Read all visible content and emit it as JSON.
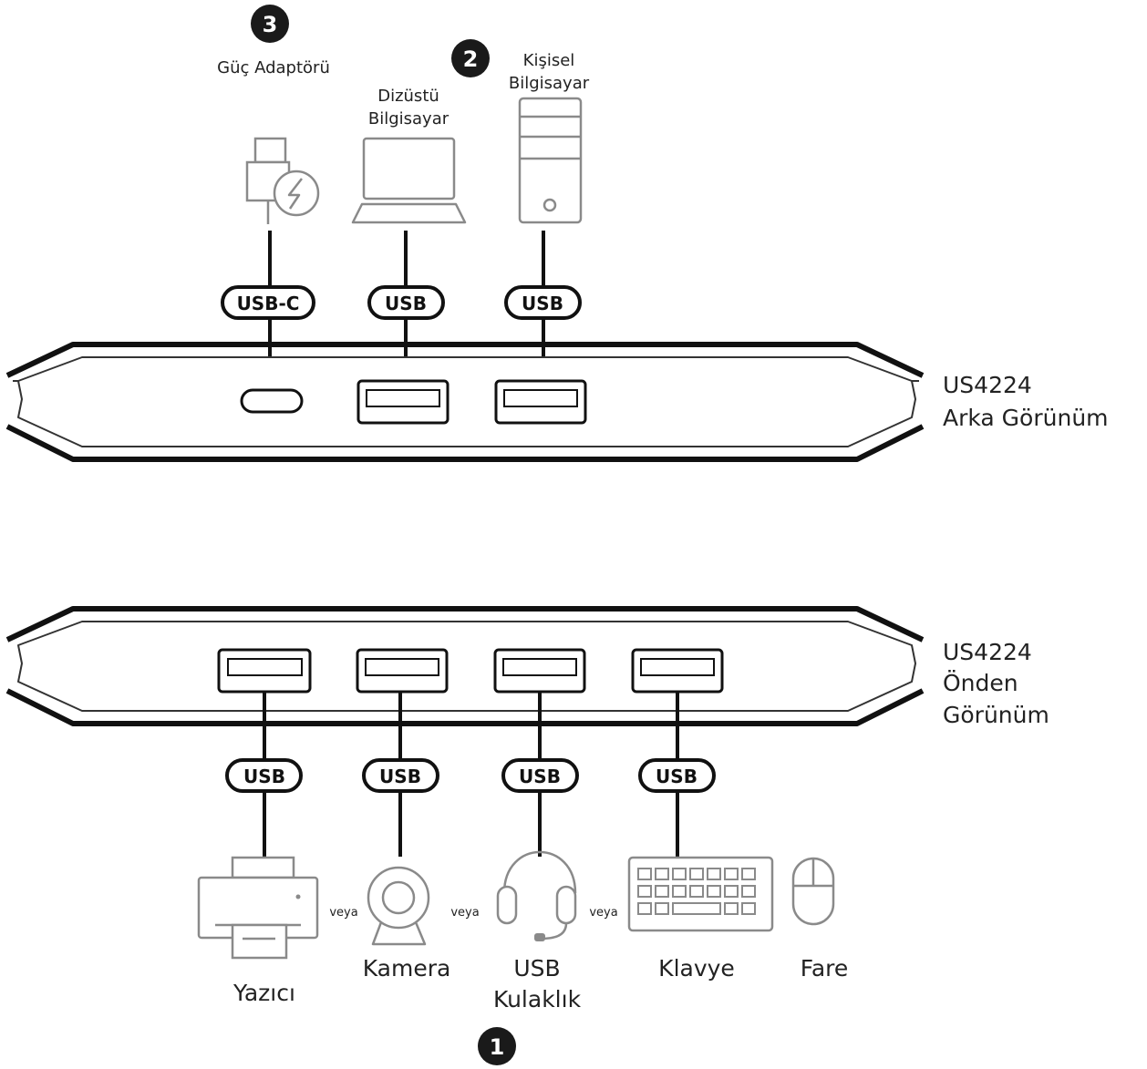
{
  "steps": {
    "adapter": "3",
    "computers": "2",
    "devices": "1"
  },
  "rear": {
    "model": "US4224",
    "view": "Arka Görünüm",
    "devices": {
      "adapter": "Güç Adaptörü",
      "laptop": [
        "Dizüstü",
        "Bilgisayar"
      ],
      "pc": [
        "Kişisel",
        "Bilgisayar"
      ]
    },
    "ports": [
      "USB-C",
      "USB",
      "USB"
    ]
  },
  "front": {
    "model": "US4224",
    "view": [
      "Önden",
      "Görünüm"
    ],
    "ports": [
      "USB",
      "USB",
      "USB",
      "USB"
    ],
    "devices": {
      "printer": "Yazıcı",
      "camera": "Kamera",
      "headset": [
        "USB",
        "Kulaklık"
      ],
      "keyboard": "Klavye",
      "mouse": "Fare"
    },
    "or_word": "veya"
  },
  "colors": {
    "line": "#111111",
    "icon": "#8a8a8a",
    "step_fill": "#1a1a1a"
  },
  "icons": [
    "power-adapter-icon",
    "laptop-icon",
    "desktop-pc-icon",
    "printer-icon",
    "webcam-icon",
    "headset-icon",
    "keyboard-icon",
    "mouse-icon"
  ]
}
